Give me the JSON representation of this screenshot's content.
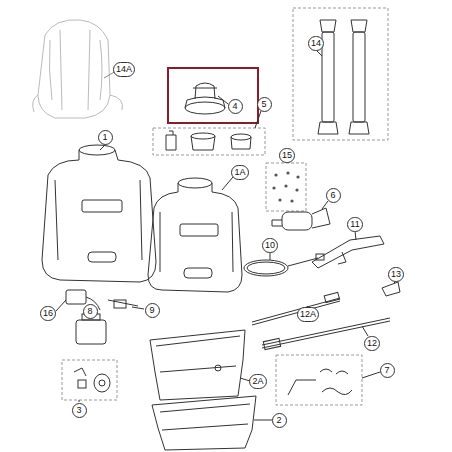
{
  "diagram": {
    "labels": [
      "14A",
      "4",
      "14",
      "5",
      "1",
      "1A",
      "15",
      "6",
      "11",
      "10",
      "13",
      "16",
      "9",
      "12A",
      "12",
      "8",
      "2A",
      "7",
      "3",
      "2"
    ]
  }
}
